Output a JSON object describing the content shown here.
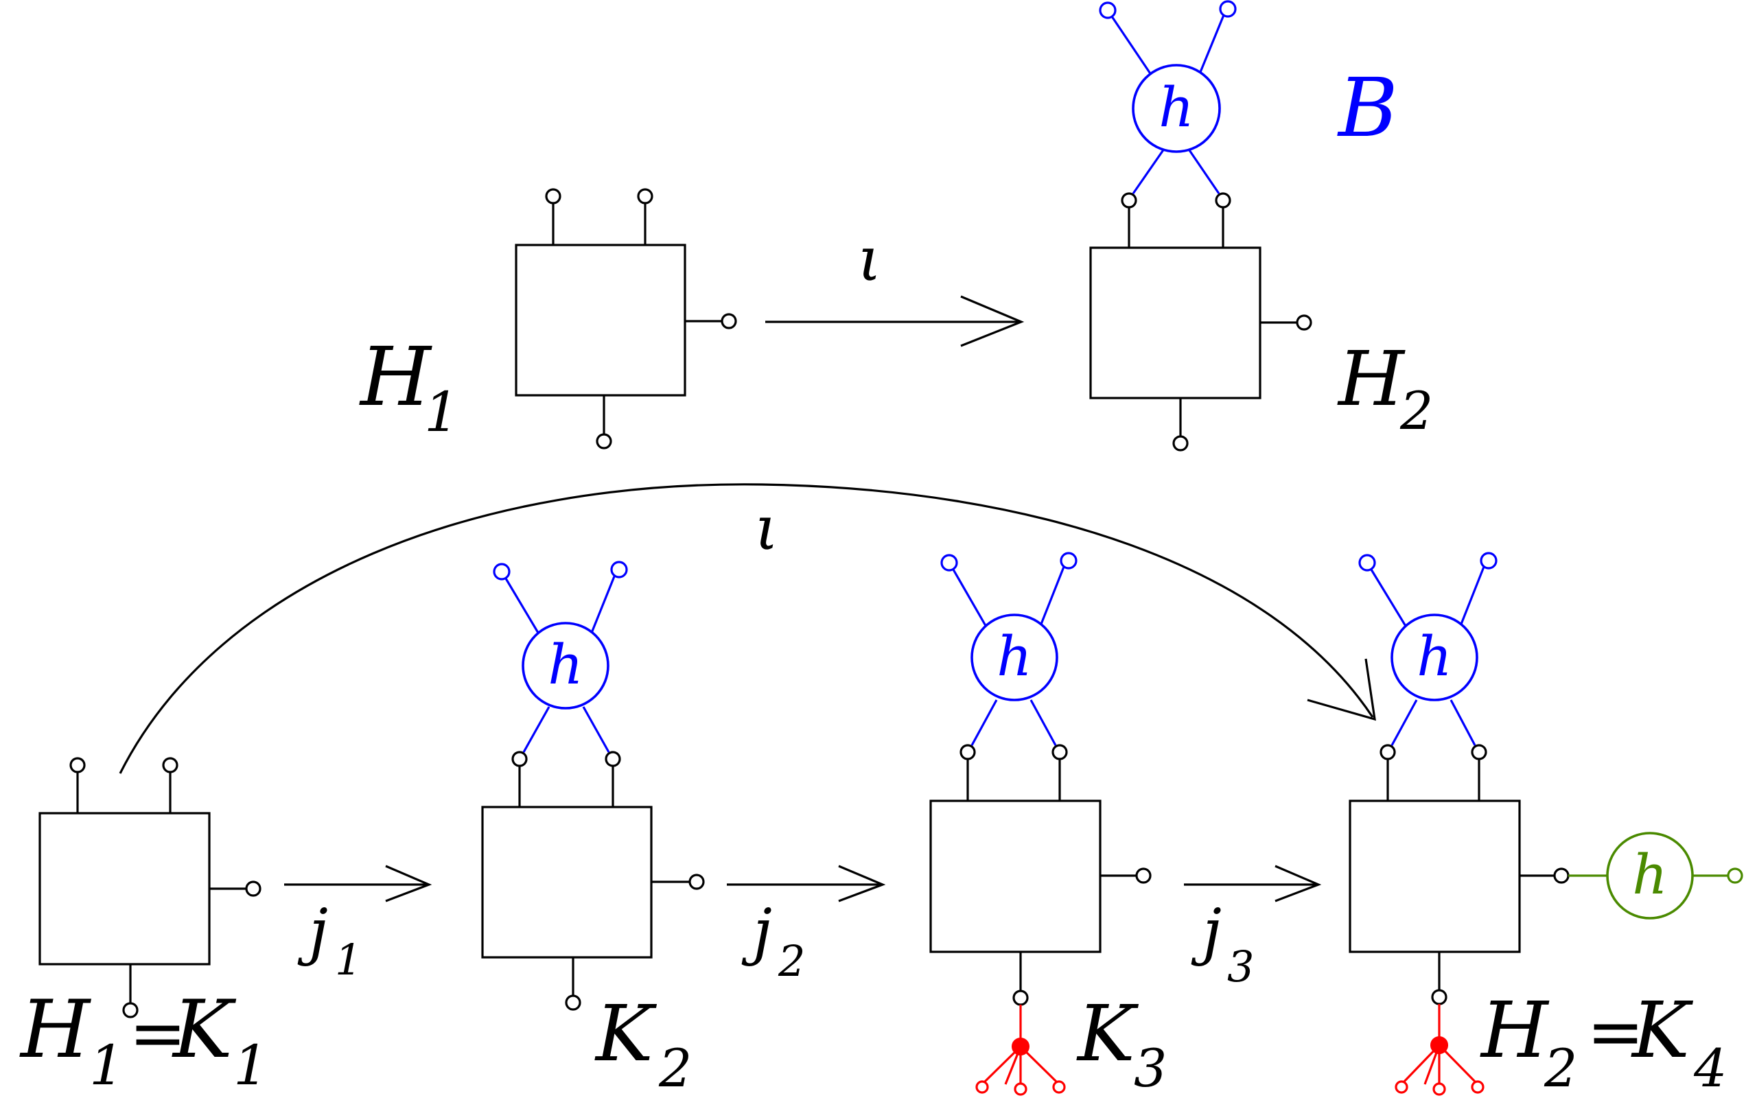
{
  "top_row": {
    "source_label": "H",
    "source_sub": "1",
    "target_label": "H",
    "target_sub": "2",
    "arrow_label": "ι",
    "set_label": "B",
    "gadget_label": "h"
  },
  "bottom_row": {
    "arc_label": "ι",
    "k1_label_left": "H",
    "k1_sub_left": "1",
    "k1_eq": "=",
    "k1_label_right": "K",
    "k1_sub_right": "1",
    "k2_label": "K",
    "k2_sub": "2",
    "k3_label": "K",
    "k3_sub": "3",
    "k4_label_left": "H",
    "k4_sub_left": "2",
    "k4_eq": "=",
    "k4_label_right": "K",
    "k4_sub_right": "4",
    "j1_label": "j",
    "j1_sub": "1",
    "j2_label": "j",
    "j2_sub": "2",
    "j3_label": "j",
    "j3_sub": "3",
    "gadget_k2": "h",
    "gadget_k3": "h",
    "gadget_k4": "h",
    "gadget_green": "h"
  },
  "colors": {
    "graph": "#000000",
    "blue_gadget": "#0000ff",
    "red_gadget": "#ff0000",
    "green_gadget": "#4a8a00"
  }
}
